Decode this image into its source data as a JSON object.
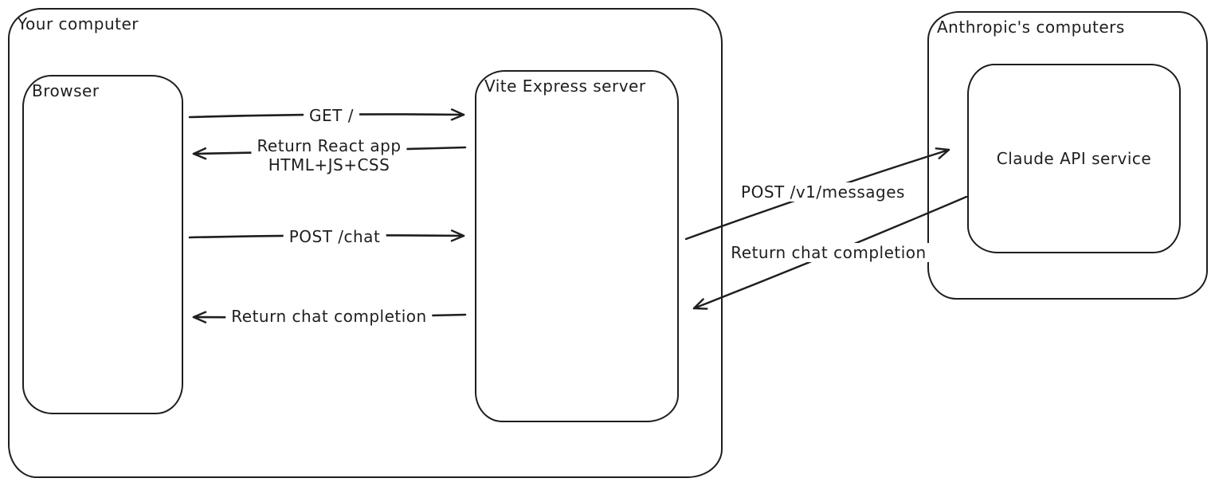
{
  "palette": {
    "stroke": "#1e1e1e",
    "canvas_background": "#ffffff"
  },
  "containers": {
    "your_computer": {
      "label": "Your computer"
    },
    "anthropic_computers": {
      "label": "Anthropic's computers"
    }
  },
  "nodes": {
    "browser": {
      "label": "Browser"
    },
    "vite_express_server": {
      "label": "Vite Express server"
    },
    "claude_api_service": {
      "label": "Claude API service"
    }
  },
  "arrows": {
    "get_root": {
      "from": "Browser",
      "to": "Vite Express server",
      "label": "GET /"
    },
    "return_react_app": {
      "from": "Vite Express server",
      "to": "Browser",
      "label_line1": "Return React app",
      "label_line2": "HTML+JS+CSS"
    },
    "post_chat": {
      "from": "Browser",
      "to": "Vite Express server",
      "label": "POST /chat"
    },
    "return_chat_completion_to_browser": {
      "from": "Vite Express server",
      "to": "Browser",
      "label": "Return chat completion"
    },
    "post_v1_messages": {
      "from": "Vite Express server",
      "to": "Claude API service",
      "label": "POST /v1/messages"
    },
    "return_chat_completion_to_server": {
      "from": "Claude API service",
      "to": "Vite Express server",
      "label": "Return chat completion"
    }
  }
}
